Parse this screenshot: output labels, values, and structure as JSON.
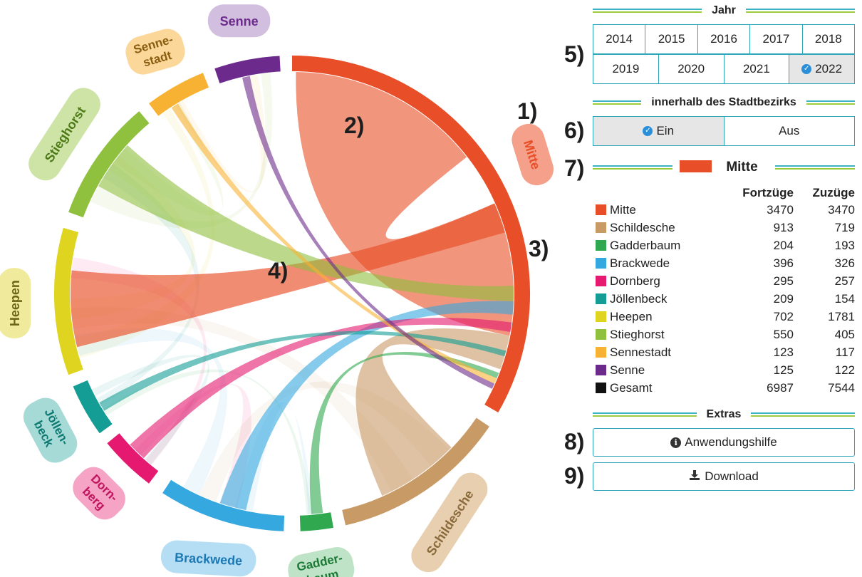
{
  "chart_data": {
    "type": "chord",
    "selected": "Mitte",
    "groups": [
      {
        "name": "Mitte",
        "label": [
          "Mitte"
        ],
        "color": "#e84e27",
        "label_bg": "#f5a08a",
        "label_fg": "#e84e27",
        "label_rot": 73
      },
      {
        "name": "Schildesche",
        "label": [
          "Schildesche"
        ],
        "color": "#c89a66",
        "label_bg": "#e7cfaf",
        "label_fg": "#8a6a3a",
        "label_rot": -57
      },
      {
        "name": "Gadderbaum",
        "label": [
          "Gadder-",
          "baum"
        ],
        "color": "#2fa84f",
        "label_bg": "#bfe3c6",
        "label_fg": "#1c7a36",
        "label_rot": -12
      },
      {
        "name": "Brackwede",
        "label": [
          "Brackwede"
        ],
        "color": "#36a8e0",
        "label_bg": "#b5def4",
        "label_fg": "#1c78b3",
        "label_rot": 3
      },
      {
        "name": "Dornberg",
        "label": [
          "Dorn-",
          "berg"
        ],
        "color": "#e5196f",
        "label_bg": "#f6a4c6",
        "label_fg": "#c0145c",
        "label_rot": 45
      },
      {
        "name": "Jöllenbeck",
        "label": [
          "Jöllen-",
          "beck"
        ],
        "color": "#139d95",
        "label_bg": "#a6dad6",
        "label_fg": "#0e7a73",
        "label_rot": 62
      },
      {
        "name": "Heepen",
        "label": [
          "Heepen"
        ],
        "color": "#dfd520",
        "label_bg": "#f0eb9c",
        "label_fg": "#6b6514",
        "label_rot": -90
      },
      {
        "name": "Stieghorst",
        "label": [
          "Stieghorst"
        ],
        "color": "#8fc03e",
        "label_bg": "#cde4a6",
        "label_fg": "#4d7a16",
        "label_rot": -57
      },
      {
        "name": "Sennestadt",
        "label": [
          "Senne-",
          "stadt"
        ],
        "color": "#f8b233",
        "label_bg": "#fbd79a",
        "label_fg": "#8a5d10",
        "label_rot": -16
      },
      {
        "name": "Senne",
        "label": [
          "Senne"
        ],
        "color": "#6c2b8c",
        "label_bg": "#d2bedf",
        "label_fg": "#6c2b8c",
        "label_rot": 0
      }
    ],
    "annotations": [
      "1)",
      "2)",
      "3)",
      "4)"
    ]
  },
  "controls": {
    "annotations": [
      "5)",
      "6)",
      "7)",
      "8)",
      "9)"
    ],
    "year_label": "Jahr",
    "years_row1": [
      "2014",
      "2015",
      "2016",
      "2017",
      "2018"
    ],
    "years_row2": [
      "2019",
      "2020",
      "2021",
      "2022"
    ],
    "selected_year": "2022",
    "district_label": "innerhalb des Stadtbezirks",
    "district_options": [
      "Ein",
      "Aus"
    ],
    "district_selected": "Ein",
    "selected_title": "Mitte",
    "selected_color": "#e84e27",
    "col_out": "Fortzüge",
    "col_in": "Zuzüge",
    "rows": [
      {
        "name": "Mitte",
        "color": "#e84e27",
        "out": "3470",
        "in": "3470"
      },
      {
        "name": "Schildesche",
        "color": "#c89a66",
        "out": "913",
        "in": "719"
      },
      {
        "name": "Gadderbaum",
        "color": "#2fa84f",
        "out": "204",
        "in": "193"
      },
      {
        "name": "Brackwede",
        "color": "#36a8e0",
        "out": "396",
        "in": "326"
      },
      {
        "name": "Dornberg",
        "color": "#e5196f",
        "out": "295",
        "in": "257"
      },
      {
        "name": "Jöllenbeck",
        "color": "#139d95",
        "out": "209",
        "in": "154"
      },
      {
        "name": "Heepen",
        "color": "#dfd520",
        "out": "702",
        "in": "1781"
      },
      {
        "name": "Stieghorst",
        "color": "#8fc03e",
        "out": "550",
        "in": "405"
      },
      {
        "name": "Sennestadt",
        "color": "#f8b233",
        "out": "123",
        "in": "117"
      },
      {
        "name": "Senne",
        "color": "#6c2b8c",
        "out": "125",
        "in": "122"
      },
      {
        "name": "Gesamt",
        "color": "#111111",
        "out": "6987",
        "in": "7544"
      }
    ],
    "extras_label": "Extras",
    "help_label": "Anwendungshilfe",
    "download_label": "Download"
  }
}
